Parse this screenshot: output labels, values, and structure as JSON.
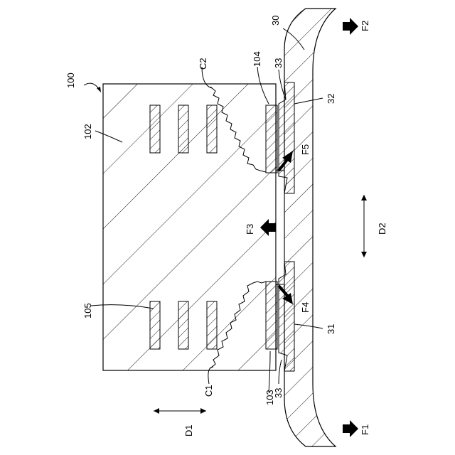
{
  "figure": {
    "reference_numerals": {
      "device": "100",
      "substrate": "102",
      "pad_lower": "103",
      "pad_upper": "104",
      "element": "105",
      "housing": "30",
      "bond_lower": "31",
      "bond_upper": "32",
      "fillet_upper": "33",
      "fillet_lower": "33"
    },
    "crack_labels": {
      "lower": "C1",
      "upper": "C2"
    },
    "force_labels": {
      "f1": "F1",
      "f2": "F2",
      "f3": "F3",
      "f4": "F4",
      "f5": "F5"
    },
    "direction_labels": {
      "d1": "D1",
      "d2": "D2"
    }
  },
  "colors": {
    "line": "#000000",
    "background": "#ffffff"
  }
}
